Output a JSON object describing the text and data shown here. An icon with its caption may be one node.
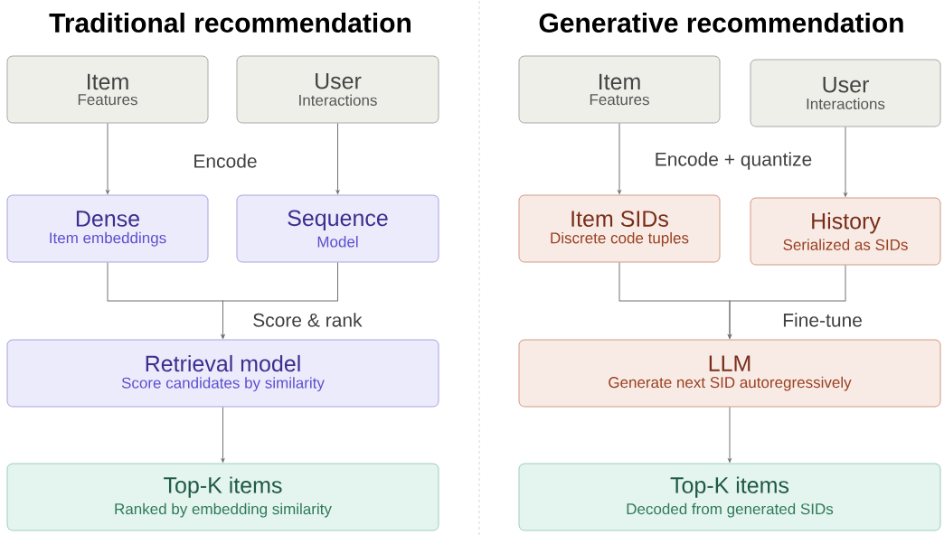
{
  "diagram": {
    "nodes": [
      {
        "text": [
          "Item",
          "Features"
        ]
      },
      {
        "text": [
          "User",
          "Interactions"
        ]
      },
      {
        "text": [
          "Dense",
          "Item embeddings"
        ]
      },
      {
        "text": [
          "Sequence",
          "Model"
        ]
      },
      {
        "text": [
          "Retrieval model",
          "Score candidates by similarity"
        ]
      },
      {
        "text": [
          "Top-K items",
          "Ranked by embedding similarity"
        ]
      },
      {
        "text": [
          "Item",
          "Features"
        ]
      },
      {
        "text": [
          "User",
          "Interactions"
        ]
      },
      {
        "text": [
          "Item SIDs",
          "Discrete code tuples"
        ]
      },
      {
        "text": [
          "History",
          "Serialized as SIDs"
        ]
      },
      {
        "text": [
          "LLM",
          "Generate next SID autoregressively"
        ]
      },
      {
        "text": [
          "Top-K items",
          "Decoded from generated SIDs"
        ]
      }
    ],
    "edges": [
      {
        "from": 0,
        "to": 2,
        "arrow": "to"
      },
      {
        "from": 1,
        "to": 3,
        "arrow": "to"
      },
      {
        "from": 2,
        "to": 4,
        "arrow": "to"
      },
      {
        "from": 3,
        "to": 4,
        "arrow": "to"
      },
      {
        "from": 4,
        "to": 5,
        "arrow": "to"
      },
      {
        "from": 6,
        "to": 8,
        "arrow": "to"
      },
      {
        "from": 7,
        "to": 9,
        "arrow": "to"
      },
      {
        "from": 8,
        "to": 10,
        "arrow": "to"
      },
      {
        "from": 9,
        "to": 10,
        "arrow": "to"
      },
      {
        "from": 10,
        "to": 11,
        "arrow": "to"
      }
    ],
    "labels": [
      "Traditional recommendation",
      "Generative recommendation",
      "Encode",
      "Encode + quantize",
      "Score & rank",
      "Fine-tune"
    ]
  }
}
